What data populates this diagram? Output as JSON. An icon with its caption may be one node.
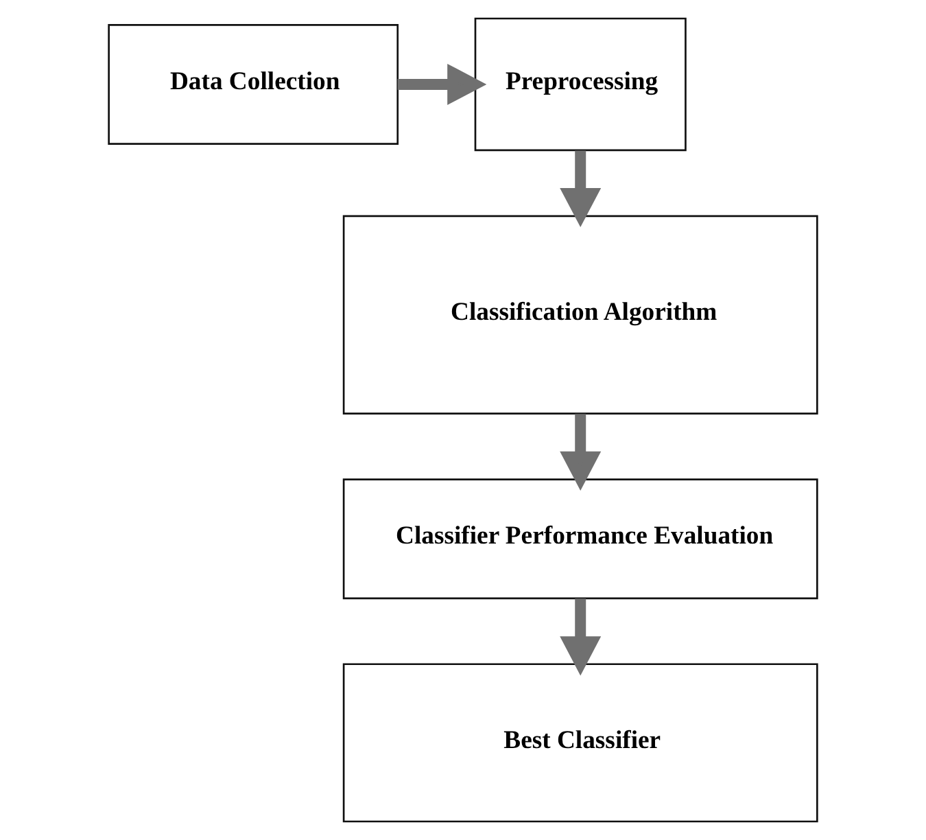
{
  "diagram": {
    "nodes": [
      {
        "text": [
          "Data Collection"
        ]
      },
      {
        "text": [
          "Preprocessing"
        ]
      },
      {
        "text": [
          "Classification Algorithm"
        ]
      },
      {
        "text": [
          "Classifier Performance Evaluation"
        ]
      },
      {
        "text": [
          "Best Classifier"
        ]
      }
    ],
    "edges": [
      {
        "from": 0,
        "to": 1,
        "arrow": "to"
      },
      {
        "from": 1,
        "to": 2,
        "arrow": "to"
      },
      {
        "from": 2,
        "to": 3,
        "arrow": "to"
      },
      {
        "from": 3,
        "to": 4,
        "arrow": "to"
      }
    ]
  }
}
